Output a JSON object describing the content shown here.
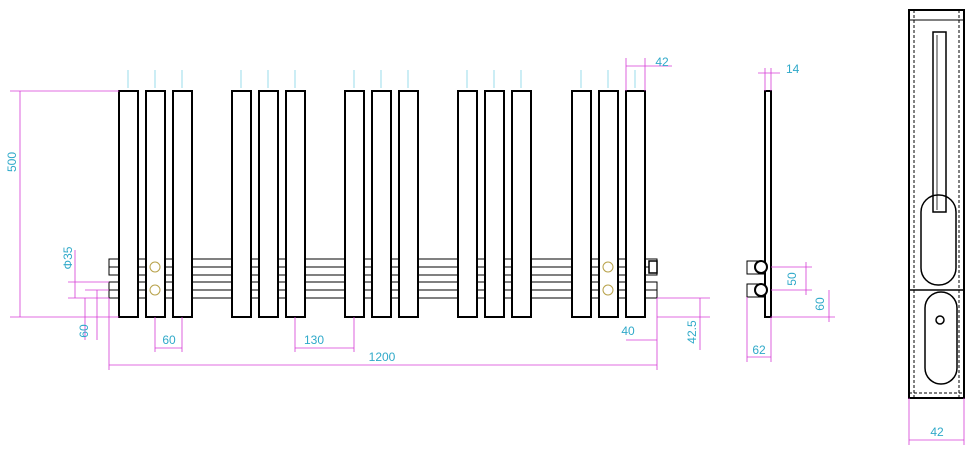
{
  "front_view": {
    "height_label": "500",
    "pipe_dia_label": "Φ35",
    "left_offset_label": "60",
    "column_spacing_label": "60",
    "group_gap_label": "130",
    "total_width_label": "1200",
    "right_offset_label": "40",
    "bottom_offset_label": "42.5",
    "column_width_label": "42"
  },
  "side_view": {
    "thickness_label": "14",
    "pipe_spacing_label": "50",
    "bottom_pipe_label": "60",
    "depth_label": "62"
  },
  "section_view": {
    "width_label": "42"
  },
  "colors": {
    "dimension_line": "#d63bd6",
    "dimension_text": "#2fa9c9",
    "outline": "#000000"
  }
}
